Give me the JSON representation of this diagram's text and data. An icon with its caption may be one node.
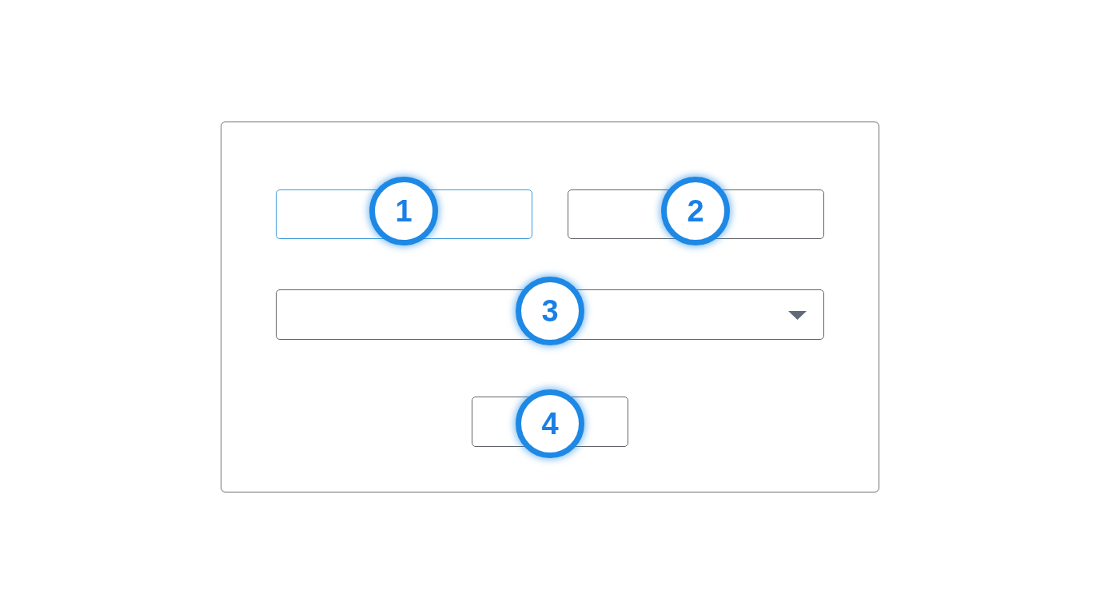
{
  "diagram": {
    "nodes": [
      {
        "text": [
          "1"
        ]
      },
      {
        "text": [
          "2"
        ]
      },
      {
        "text": [
          "3"
        ]
      },
      {
        "text": [
          "4"
        ]
      }
    ]
  }
}
